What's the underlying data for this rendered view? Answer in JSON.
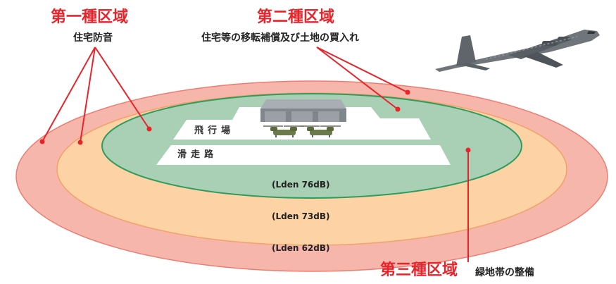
{
  "colors": {
    "accent_red": "#e8232a",
    "zone1_fill": "#f6b6ac",
    "zone2_fill": "#fdd3a6",
    "zone3_fill": "#a9d0b4",
    "zone3_stroke": "#2e9b5f",
    "runway": "#ffffff",
    "hangar": "#8a9096",
    "helicopter": "#6b7a4a",
    "aircraft": "#6f757b"
  },
  "zones": {
    "zone1": {
      "title": "第一種区域",
      "subtitle": "住宅防音"
    },
    "zone2": {
      "title": "第二種区域",
      "subtitle": "住宅等の移転補償及び土地の買入れ"
    },
    "zone3": {
      "title": "第三種区域",
      "subtitle": "緑地帯の整備"
    }
  },
  "airfield": {
    "apron_label": "飛行場",
    "runway_label": "滑走路"
  },
  "noise_levels": {
    "inner": "(Lden 76dB)",
    "middle": "(Lden 73dB)",
    "outer": "(Lden 62dB)"
  },
  "icons": {
    "aircraft": "patrol-aircraft-icon",
    "helicopter": "tandem-rotor-helicopter-icon",
    "hangar": "hangar-icon"
  }
}
